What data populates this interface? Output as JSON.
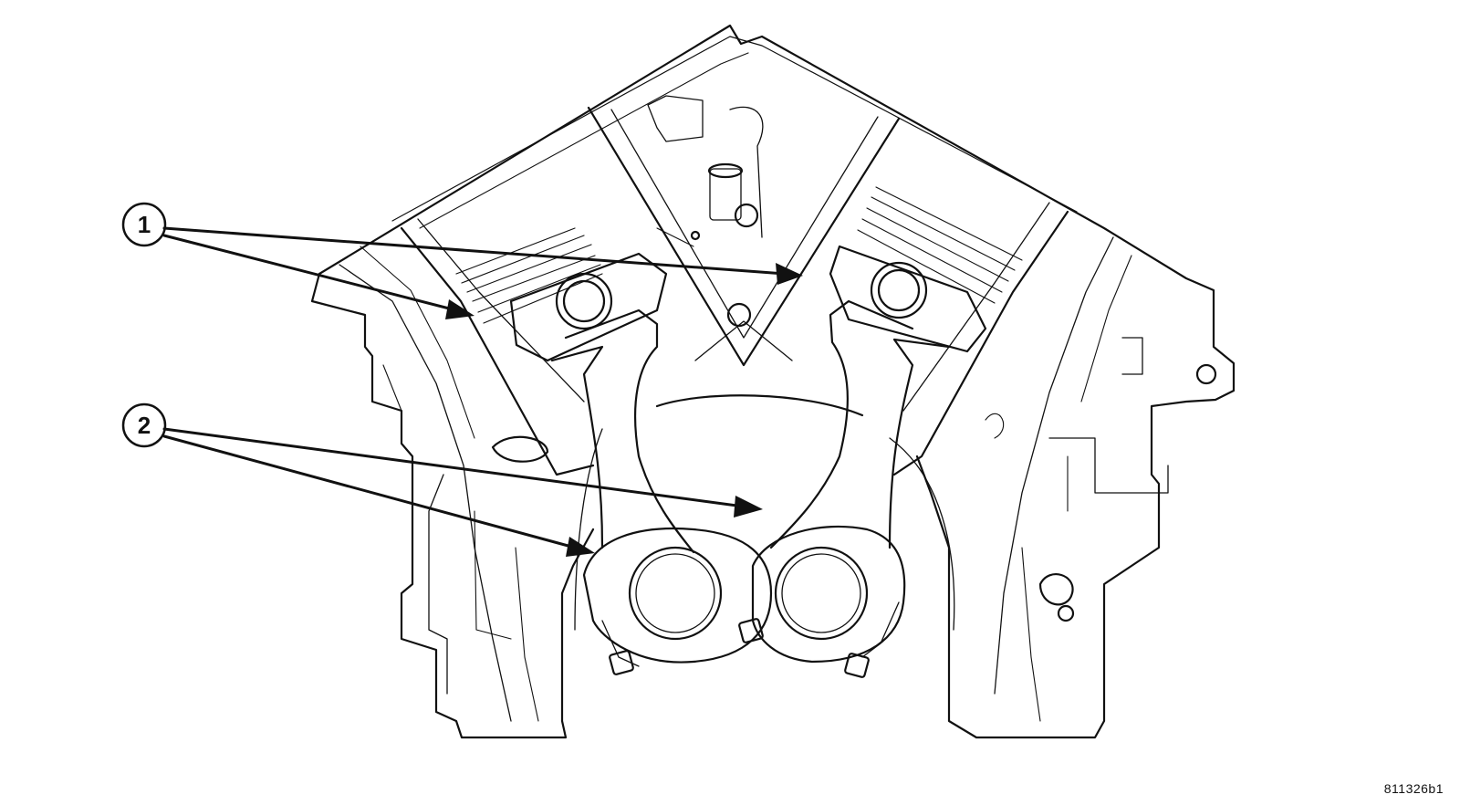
{
  "diagram": {
    "figure_id": "811326b1",
    "callouts": [
      {
        "number": "1"
      },
      {
        "number": "2"
      }
    ]
  },
  "colors": {
    "line": "#111111",
    "background": "#ffffff"
  }
}
